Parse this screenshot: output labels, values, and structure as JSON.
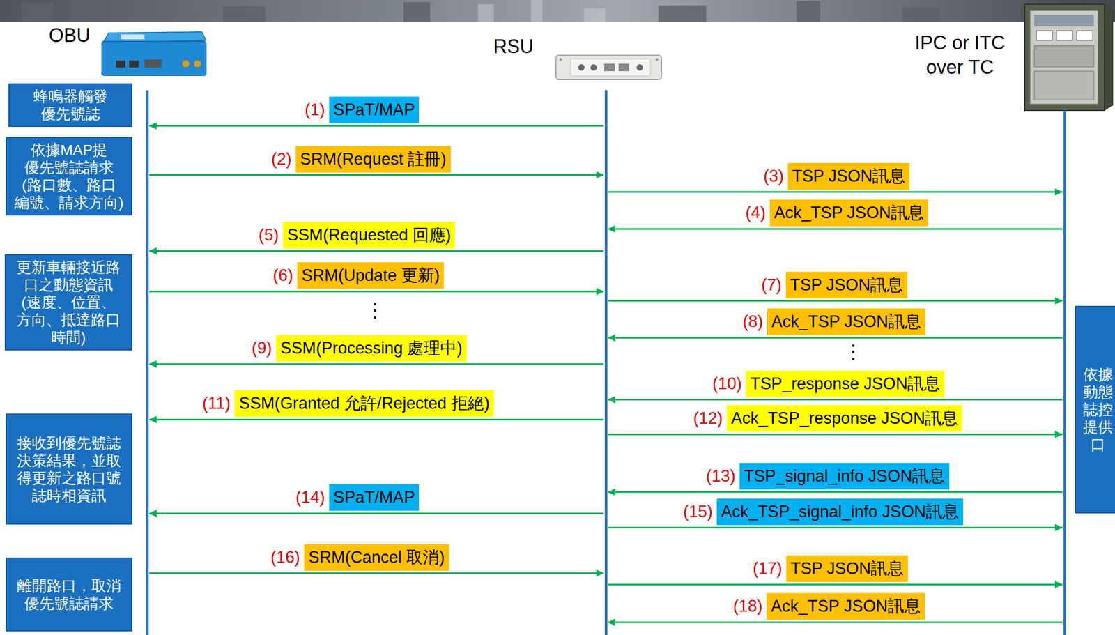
{
  "diagram": {
    "nodes": [
      {
        "text": [
          "OBU"
        ]
      },
      {
        "text": [
          "RSU"
        ]
      },
      {
        "text": [
          "IPC or ITC over TC"
        ]
      },
      {
        "text": [
          "蜂鳴器觸發 優先號誌"
        ]
      },
      {
        "text": [
          "依據MAP提 優先號誌請求 (路口數、路口 編號、請求方向)"
        ]
      },
      {
        "text": [
          "更新車輛接近路 口之動態資訊 (速度、位置、 方向、抵達路口 時間)"
        ]
      },
      {
        "text": [
          "依據 動態 誌控 提供 口"
        ]
      },
      {
        "text": [
          "接收到優先號誌 決策結果，並取 得更新之路口號 誌時相資訊"
        ]
      },
      {
        "text": [
          "離開路口，取消 優先號誌請求"
        ]
      }
    ],
    "edges": [
      {
        "from": 1,
        "to": 0,
        "label": "SPaT/MAP",
        "arrow": "to"
      },
      {
        "from": 0,
        "to": 1,
        "label": "SRM(Request 註冊)",
        "arrow": "to"
      },
      {
        "from": 1,
        "to": 2,
        "label": "TSP JSON訊息",
        "arrow": "to"
      },
      {
        "from": 2,
        "to": 1,
        "label": "Ack_TSP JSON訊息",
        "arrow": "to"
      },
      {
        "from": 1,
        "to": 0,
        "label": "SSM(Requested 回應)",
        "arrow": "to"
      },
      {
        "from": 0,
        "to": 1,
        "label": "SRM(Update 更新)",
        "arrow": "to"
      },
      {
        "from": 1,
        "to": 2,
        "label": "TSP JSON訊息",
        "arrow": "to"
      },
      {
        "from": 2,
        "to": 1,
        "label": "Ack_TSP JSON訊息",
        "arrow": "to"
      },
      {
        "from": 1,
        "to": 0,
        "label": "SSM(Processing 處理中)",
        "arrow": "to"
      },
      {
        "from": 2,
        "to": 1,
        "label": "TSP_response JSON訊息",
        "arrow": "to"
      },
      {
        "from": 1,
        "to": 0,
        "label": "SSM(Granted 允許/Rejected 拒絕)",
        "arrow": "to"
      },
      {
        "from": 1,
        "to": 2,
        "label": "Ack_TSP_response JSON訊息",
        "arrow": "to"
      },
      {
        "from": 2,
        "to": 1,
        "label": "TSP_signal_info JSON訊息",
        "arrow": "to"
      },
      {
        "from": 1,
        "to": 0,
        "label": "SPaT/MAP",
        "arrow": "to"
      },
      {
        "from": 1,
        "to": 2,
        "label": "Ack_TSP_signal_info JSON訊息",
        "arrow": "to"
      },
      {
        "from": 0,
        "to": 1,
        "label": "SRM(Cancel 取消)",
        "arrow": "to"
      },
      {
        "from": 1,
        "to": 2,
        "label": "TSP JSON訊息",
        "arrow": "to"
      },
      {
        "from": 2,
        "to": 1,
        "label": "Ack_TSP JSON訊息",
        "arrow": "to"
      }
    ],
    "labels": [
      "(1)",
      "(2)",
      "(3)",
      "(4)",
      "(5)",
      "(6)",
      "(7)",
      "(8)",
      "(9)",
      "(10)",
      "(11)",
      "(12)",
      "(13)",
      "(14)",
      "(15)",
      "(16)",
      "(17)",
      "(18)",
      "⋮",
      "⋮"
    ]
  }
}
